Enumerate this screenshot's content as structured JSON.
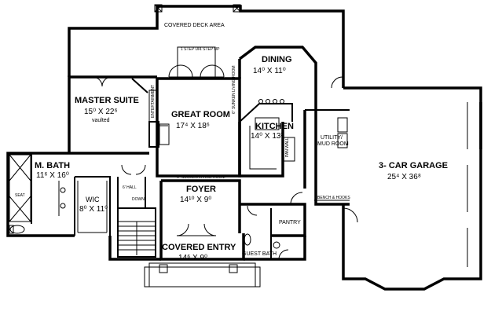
{
  "rooms": {
    "covered_deck": {
      "label": "COVERED DECK AREA"
    },
    "dining": {
      "label": "DINING",
      "dim": "14⁰ X 11⁰"
    },
    "master_suite": {
      "label": "MASTER SUITE",
      "dim": "15⁰ X 22⁶",
      "note": "vaulted"
    },
    "great_room": {
      "label": "GREAT ROOM",
      "dim": "17⁴ X 18⁶"
    },
    "kitchen": {
      "label": "KITCHEN",
      "dim": "14⁰ X 13²"
    },
    "utility": {
      "label": "UTILITY/",
      "label2": "MUD ROOM"
    },
    "garage": {
      "label": "3- CAR GARAGE",
      "dim": "25⁴ X 36⁸"
    },
    "m_bath": {
      "label": "M. BATH",
      "dim": "11⁶ X 16⁰"
    },
    "wic": {
      "label": "WIC",
      "dim": "8⁰ X 11⁰"
    },
    "foyer": {
      "label": "FOYER",
      "dim": "14¹⁰ X 9⁰"
    },
    "pantry": {
      "label": "PANTRY"
    },
    "guest_bath": {
      "label": "GUEST BATH"
    },
    "covered_entry": {
      "label": "COVERED ENTRY",
      "dim": "14⁶ X 9⁰"
    }
  },
  "notes": {
    "step_up": "1 STEP UP",
    "entertainment": "ENTERTAINMENT",
    "sunken_living_room_side": "6\" SUNKEN LIVING ROOM",
    "sunken_living_room_bottom": "6\" SUNKEN LIVING ROOM",
    "hall": "6' HALL",
    "down": "DOWN",
    "seat": "SEAT",
    "bench_hooks": "BENCH & HOOKS",
    "pan_wall": "PAN WALL"
  }
}
